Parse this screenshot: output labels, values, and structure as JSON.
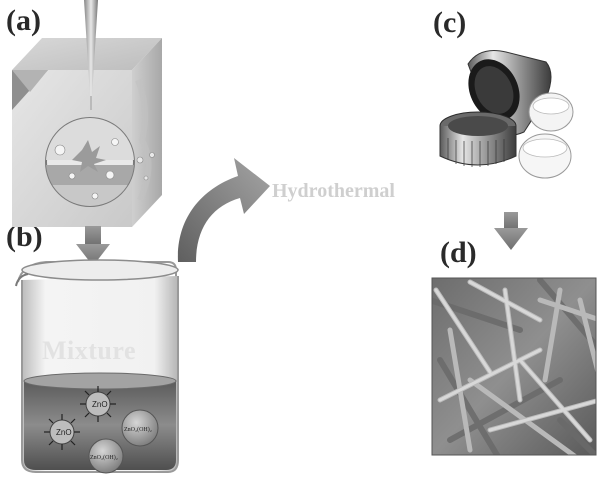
{
  "panels": {
    "a": "(a)",
    "b": "(b)",
    "c": "(c)",
    "d": "(d)"
  },
  "steps": {
    "hydrothermal": "Hydrothermal",
    "mixture": "Mixture"
  },
  "species": {
    "zno_small": "ZnO",
    "zno_large": "ZnO",
    "zn_oh_1": "ZnO₂(OH)₂",
    "zn_oh_2": "ZnO₂(OH)₂"
  },
  "colors": {
    "label": "#2a2a2a",
    "hydrothermal_text": "#cfcfcf",
    "mixture_text": "#e2e2e2",
    "arrow": "#8a8a8a"
  }
}
